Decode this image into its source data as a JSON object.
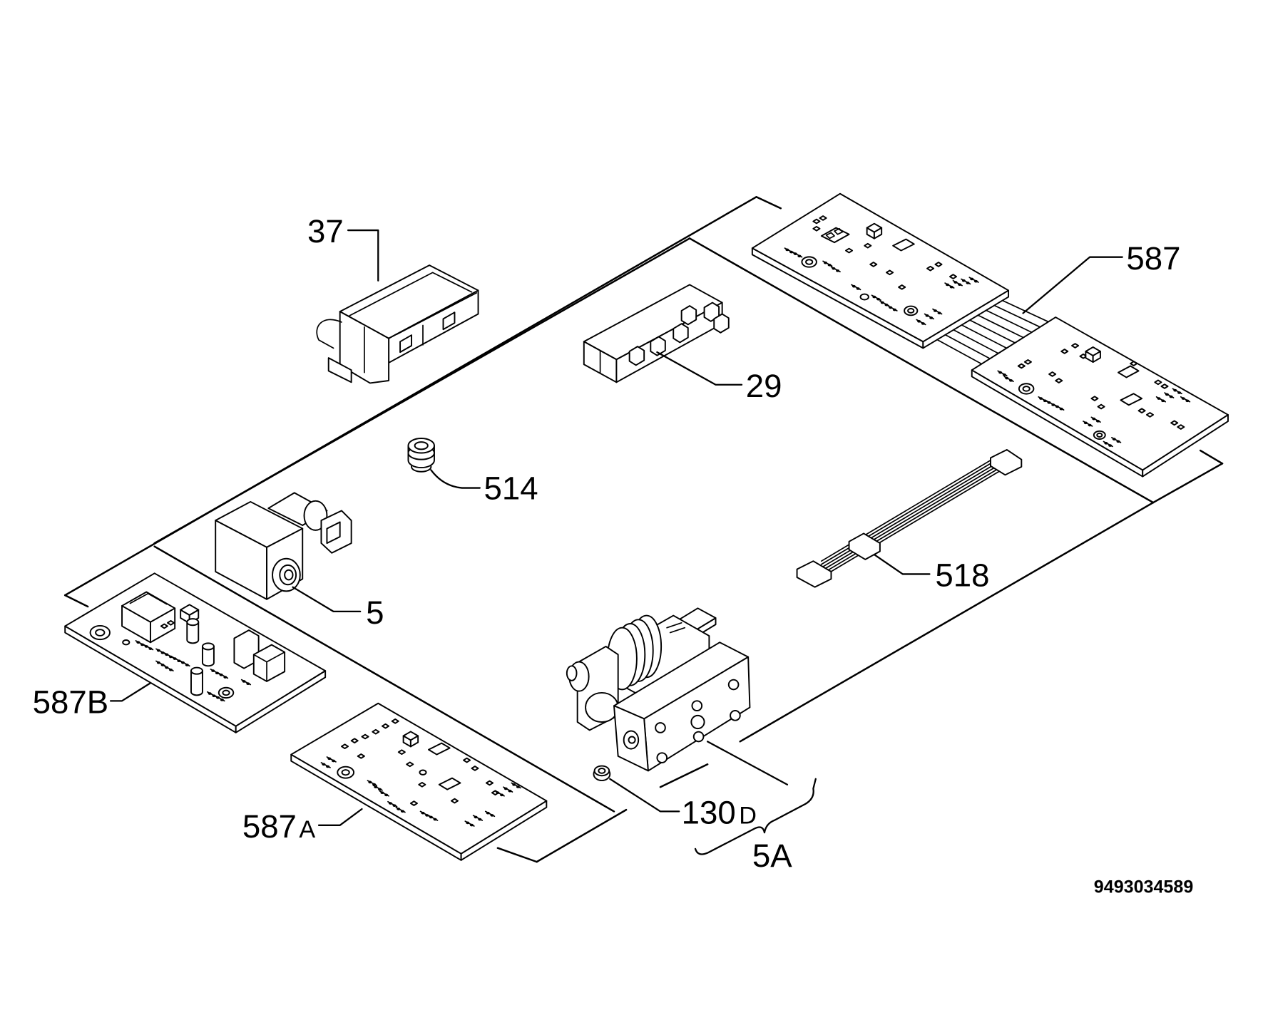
{
  "diagram": {
    "colors": {
      "line": "#000000",
      "background": "#ffffff"
    },
    "callouts": [
      {
        "number": "37"
      },
      {
        "number": "587"
      },
      {
        "number": "29"
      },
      {
        "number": "514"
      },
      {
        "number": "518"
      },
      {
        "number": "5"
      },
      {
        "number": "587B"
      },
      {
        "number": "587",
        "suffix": "A"
      },
      {
        "number": "130",
        "suffix": "D"
      },
      {
        "number": "5A"
      }
    ],
    "drawing_number": "9493034589"
  }
}
